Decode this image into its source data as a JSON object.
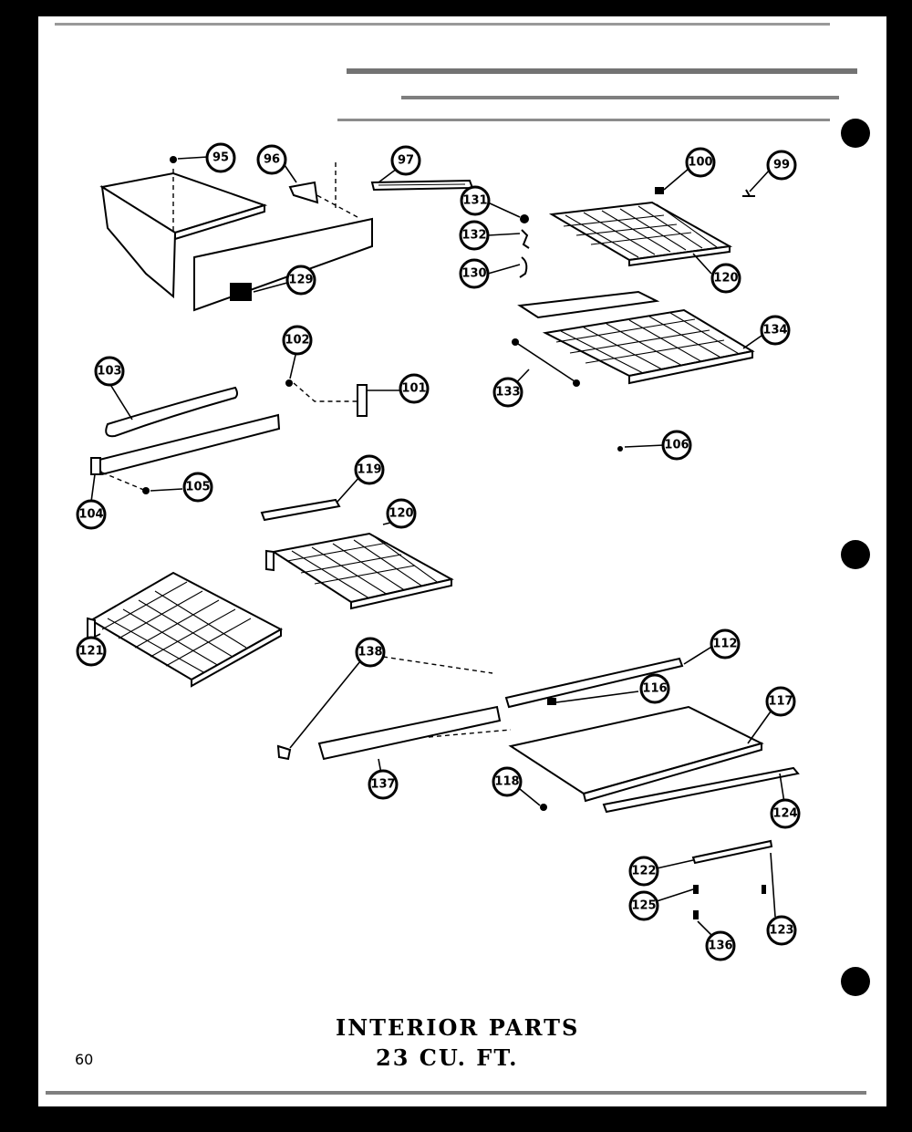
{
  "title": {
    "line1": "INTERIOR PARTS",
    "line2": "23 CU. FT."
  },
  "page_number": "60",
  "callouts": [
    {
      "label": "95"
    },
    {
      "label": "96"
    },
    {
      "label": "97"
    },
    {
      "label": "100"
    },
    {
      "label": "99"
    },
    {
      "label": "131"
    },
    {
      "label": "132"
    },
    {
      "label": "130"
    },
    {
      "label": "129"
    },
    {
      "label": "120"
    },
    {
      "label": "134"
    },
    {
      "label": "133"
    },
    {
      "label": "102"
    },
    {
      "label": "101"
    },
    {
      "label": "103"
    },
    {
      "label": "105"
    },
    {
      "label": "104"
    },
    {
      "label": "106"
    },
    {
      "label": "119"
    },
    {
      "label": "120"
    },
    {
      "label": "121"
    },
    {
      "label": "138"
    },
    {
      "label": "112"
    },
    {
      "label": "116"
    },
    {
      "label": "117"
    },
    {
      "label": "137"
    },
    {
      "label": "118"
    },
    {
      "label": "124"
    },
    {
      "label": "122"
    },
    {
      "label": "125"
    },
    {
      "label": "123"
    },
    {
      "label": "136"
    }
  ],
  "colors": {
    "ink": "#000000",
    "paper": "#ffffff",
    "border": "#000000"
  }
}
